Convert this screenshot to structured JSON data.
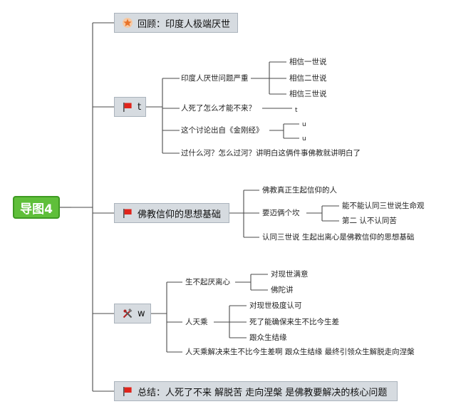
{
  "root": {
    "label": "导图4"
  },
  "branches": [
    {
      "label": "回顾：印度人极端厌世",
      "icon": "star-icon",
      "children": []
    },
    {
      "label": "t",
      "icon": "flag-icon",
      "children": [
        {
          "label": "印度人厌世问题严重",
          "children": [
            "相信一世说",
            "相信二世说",
            "相信三世说"
          ]
        },
        {
          "label": "人死了怎么才能不来？",
          "children": [
            "t"
          ]
        },
        {
          "label": "这个讨论出自《金刚经》",
          "children": [
            "u",
            "u"
          ]
        },
        {
          "label": "过什么河？怎么过河？讲明白这俩件事佛教就讲明白了",
          "children": []
        }
      ]
    },
    {
      "label": "佛教信仰的思想基础",
      "icon": "flag-icon",
      "children": [
        {
          "label": "佛教真正生起信仰的人",
          "children": []
        },
        {
          "label": "要迈俩个坎",
          "children": [
            "能不能认同三世说生命观",
            "第二 认不认同苦"
          ]
        },
        {
          "label": "认同三世说 生起出离心是佛教信仰的思想基础",
          "children": []
        }
      ]
    },
    {
      "label": "w",
      "icon": "tools-icon",
      "children": [
        {
          "label": "生不起厌离心",
          "children": [
            "对现世满意",
            "佛陀讲"
          ]
        },
        {
          "label": "人天乘",
          "children": [
            "对现世极度认可",
            "死了能确保来生不比今生差",
            "跟众生结缘"
          ]
        },
        {
          "label": "人天乘解决来生不比今生差啊 跟众生结缘 最终引领众生解脱走向涅槃",
          "children": []
        }
      ]
    },
    {
      "label": "总结：人死了不来 解脱苦 走向涅槃 是佛教要解决的核心问题",
      "icon": "flag-icon",
      "children": []
    }
  ],
  "colors": {
    "root": "#5fbf3a",
    "node": "#d6dbe0",
    "line": "#4a4a4a",
    "flag": "#e0241b",
    "star": "#e8732a"
  }
}
